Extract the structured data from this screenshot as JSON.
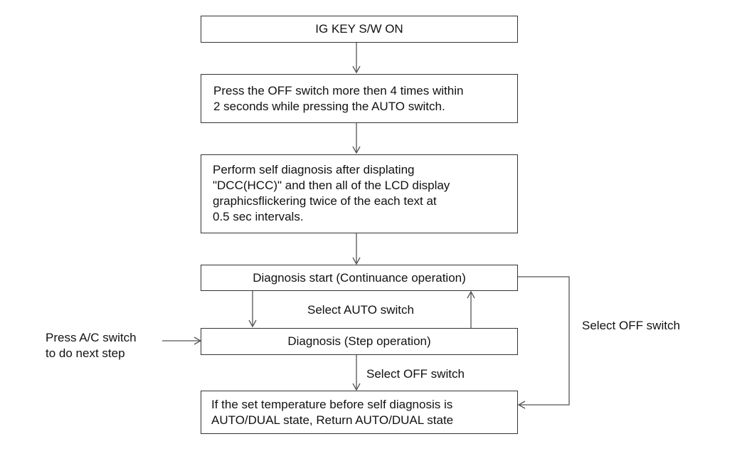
{
  "steps": {
    "ig_key": "IG KEY S/W ON",
    "press_off": [
      "Press the OFF switch more then 4 times within",
      "2 seconds while pressing the AUTO switch."
    ],
    "perform": [
      "Perform self diagnosis after displating",
      "\"DCC(HCC)\" and then all of the LCD display",
      "graphicsflickering twice of the each text at",
      "0.5 sec intervals."
    ],
    "diag_start": "Diagnosis start (Continuance operation)",
    "diag_step": "Diagnosis (Step operation)",
    "return_state": [
      "If the set temperature before self diagnosis is",
      "AUTO/DUAL state, Return AUTO/DUAL state"
    ]
  },
  "labels": {
    "select_auto": "Select AUTO switch",
    "press_ac": [
      "Press A/C switch",
      "to do next step"
    ],
    "select_off_right": "Select OFF switch",
    "select_off_bottom": "Select OFF switch"
  },
  "colors": {
    "line": "#555555",
    "border": "#333333",
    "text": "#111111"
  }
}
